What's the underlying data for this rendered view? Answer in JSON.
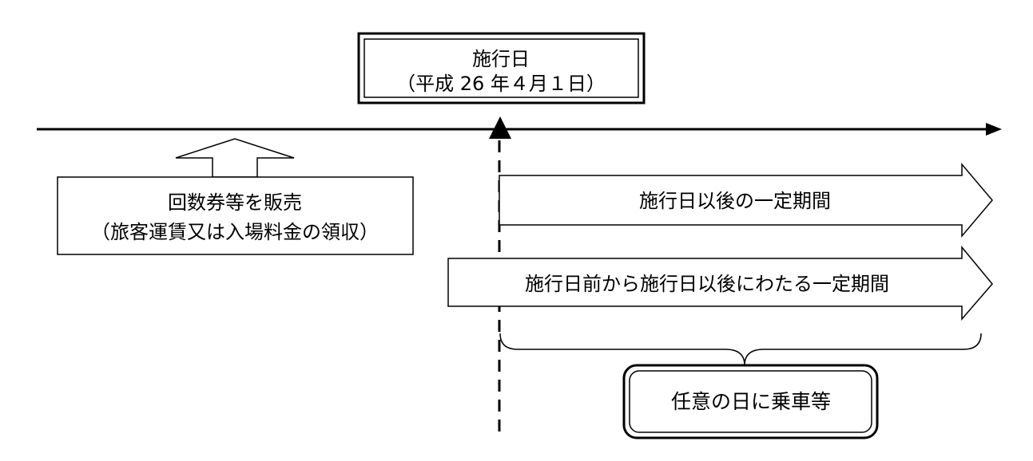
{
  "effective_date": {
    "title": "施行日",
    "date": "（平成 26 年４月１日）"
  },
  "sale": {
    "line1": "回数券等を販売",
    "line2": "（旅客運賃又は入場料金の領収）"
  },
  "periods": {
    "after": "施行日以後の一定期間",
    "spanning": "施行日前から施行日以後にわたる一定期間"
  },
  "boarding": {
    "label": "任意の日に乗車等"
  }
}
